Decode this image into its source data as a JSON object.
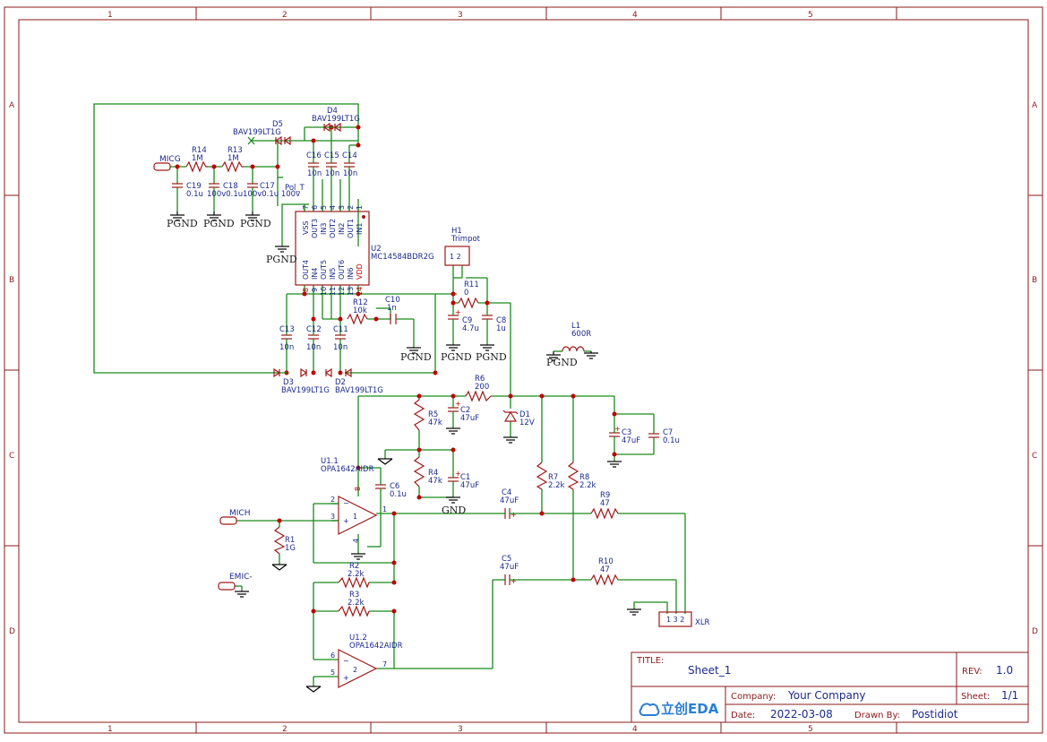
{
  "title_block": {
    "title_label": "TITLE:",
    "title": "Sheet_1",
    "rev_label": "REV:",
    "rev": "1.0",
    "company_label": "Company:",
    "company": "Your Company",
    "sheet_label": "Sheet:",
    "sheet": "1/1",
    "date_label": "Date:",
    "date": "2022-03-08",
    "drawn_label": "Drawn By:",
    "drawn_by": "Postidiot",
    "logo": "立创EDA"
  },
  "zones": {
    "columns": [
      "1",
      "2",
      "3",
      "4",
      "5"
    ],
    "rows": [
      "A",
      "B",
      "C",
      "D"
    ]
  },
  "nets": {
    "micg": "MICG",
    "mich": "MICH",
    "emic": "EMIC-",
    "pgnd": "PGND",
    "gnd": "GND",
    "pol_t": "Pol_T"
  },
  "components": {
    "r14": {
      "ref": "R14",
      "val": "1M"
    },
    "r13": {
      "ref": "R13",
      "val": "1M"
    },
    "c19": {
      "ref": "C19",
      "val": "0.1u"
    },
    "c18": {
      "ref": "C18",
      "val": "100v0.1u"
    },
    "c17": {
      "ref": "C17",
      "val": "100v0.1u 100v"
    },
    "d5": {
      "ref": "D5",
      "val": "BAV199LT1G"
    },
    "d4": {
      "ref": "D4",
      "val": "BAV199LT1G"
    },
    "c16": {
      "ref": "C16",
      "val": "10n"
    },
    "c15": {
      "ref": "C15",
      "val": "10n"
    },
    "c14": {
      "ref": "C14",
      "val": "10n"
    },
    "u2": {
      "ref": "U2",
      "val": "MC14584BDR2G"
    },
    "u2_top_pins": [
      "VSS",
      "OUT3",
      "IN3",
      "OUT2",
      "IN2",
      "OUT1",
      "IN1"
    ],
    "u2_top_nums": [
      "7",
      "6",
      "5",
      "4",
      "3",
      "2",
      "1"
    ],
    "u2_bot_pins": [
      "OUT4",
      "IN4",
      "OUT5",
      "IN5",
      "OUT6",
      "IN6",
      "VDD"
    ],
    "u2_bot_nums": [
      "8",
      "9",
      "10",
      "11",
      "12",
      "13",
      "14"
    ],
    "h1": {
      "ref": "H1",
      "val": "Trimpot",
      "pins": "1 2"
    },
    "r11": {
      "ref": "R11",
      "val": "0"
    },
    "c9": {
      "ref": "C9",
      "val": "4.7u"
    },
    "c8": {
      "ref": "C8",
      "val": "1u"
    },
    "r12": {
      "ref": "R12",
      "val": "10k"
    },
    "c10": {
      "ref": "C10",
      "val": "1n"
    },
    "c13": {
      "ref": "C13",
      "val": "10n"
    },
    "c12": {
      "ref": "C12",
      "val": "10n"
    },
    "c11": {
      "ref": "C11",
      "val": "10n"
    },
    "d3": {
      "ref": "D3",
      "val": "BAV199LT1G"
    },
    "d2": {
      "ref": "D2",
      "val": "BAV199LT1G"
    },
    "l1": {
      "ref": "L1",
      "val": "600R"
    },
    "r6": {
      "ref": "R6",
      "val": "200"
    },
    "r5": {
      "ref": "R5",
      "val": "47k"
    },
    "c2": {
      "ref": "C2",
      "val": "47uF"
    },
    "d1": {
      "ref": "D1",
      "val": "12V"
    },
    "c3": {
      "ref": "C3",
      "val": "47uF"
    },
    "c7": {
      "ref": "C7",
      "val": "0.1u"
    },
    "r4": {
      "ref": "R4",
      "val": "47k"
    },
    "c1": {
      "ref": "C1",
      "val": "47uF"
    },
    "u1_1": {
      "ref": "U1.1",
      "val": "OPA1642AIDR"
    },
    "c6": {
      "ref": "C6",
      "val": "0.1u"
    },
    "r7": {
      "ref": "R7",
      "val": "2.2k"
    },
    "r8": {
      "ref": "R8",
      "val": "2.2k"
    },
    "c4": {
      "ref": "C4",
      "val": "47uF"
    },
    "r9": {
      "ref": "R9",
      "val": "47"
    },
    "r1": {
      "ref": "R1",
      "val": "1G"
    },
    "r2": {
      "ref": "R2",
      "val": "2.2k"
    },
    "r3": {
      "ref": "R3",
      "val": "2.2k"
    },
    "c5": {
      "ref": "C5",
      "val": "47uF"
    },
    "r10": {
      "ref": "R10",
      "val": "47"
    },
    "u1_2": {
      "ref": "U1.2",
      "val": "OPA1642AIDR"
    },
    "xlr": {
      "ref": "XLR",
      "pins": "1 3 2"
    }
  },
  "pin_labels": {
    "u1_1": {
      "p2": "2",
      "p3": "3",
      "p1": "1",
      "p8": "8",
      "p4": "4",
      "num": "1"
    },
    "u1_2": {
      "p6": "6",
      "p5": "5",
      "p7": "7",
      "num": "2"
    }
  }
}
